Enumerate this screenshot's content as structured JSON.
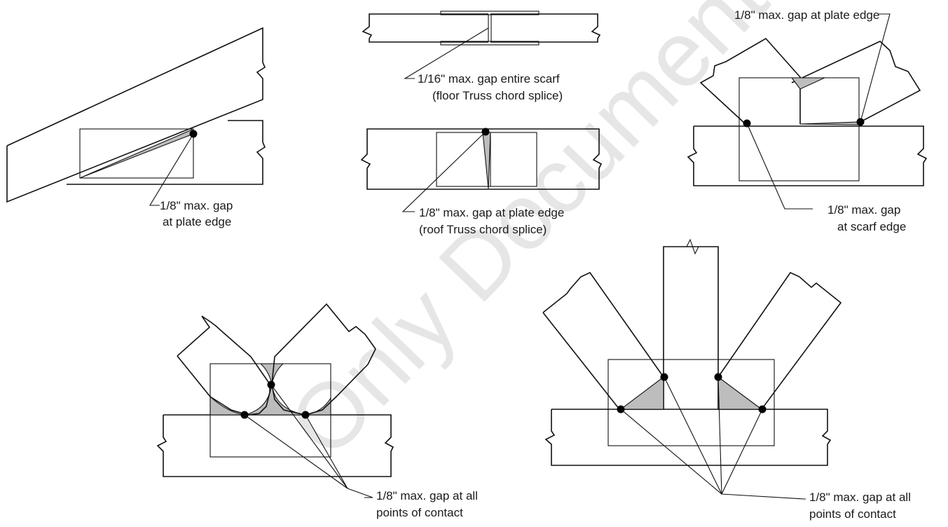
{
  "watermark": "Only Document",
  "callouts": {
    "heel": [
      "1/8\" max. gap",
      "at plate edge"
    ],
    "floor_splice": [
      "1/16\" max. gap entire scarf",
      "(floor Truss chord splice)"
    ],
    "roof_splice": [
      "1/8\" max. gap at plate edge",
      "(roof Truss chord splice)"
    ],
    "scarf_top": "1/8\" max. gap at plate edge",
    "scarf_bottom": [
      "1/8\" max. gap",
      "at scarf edge"
    ],
    "web_left": [
      "1/8\" max. gap at all",
      "points of contact"
    ],
    "web_right": [
      "1/8\" max. gap at all",
      "points of contact"
    ]
  }
}
